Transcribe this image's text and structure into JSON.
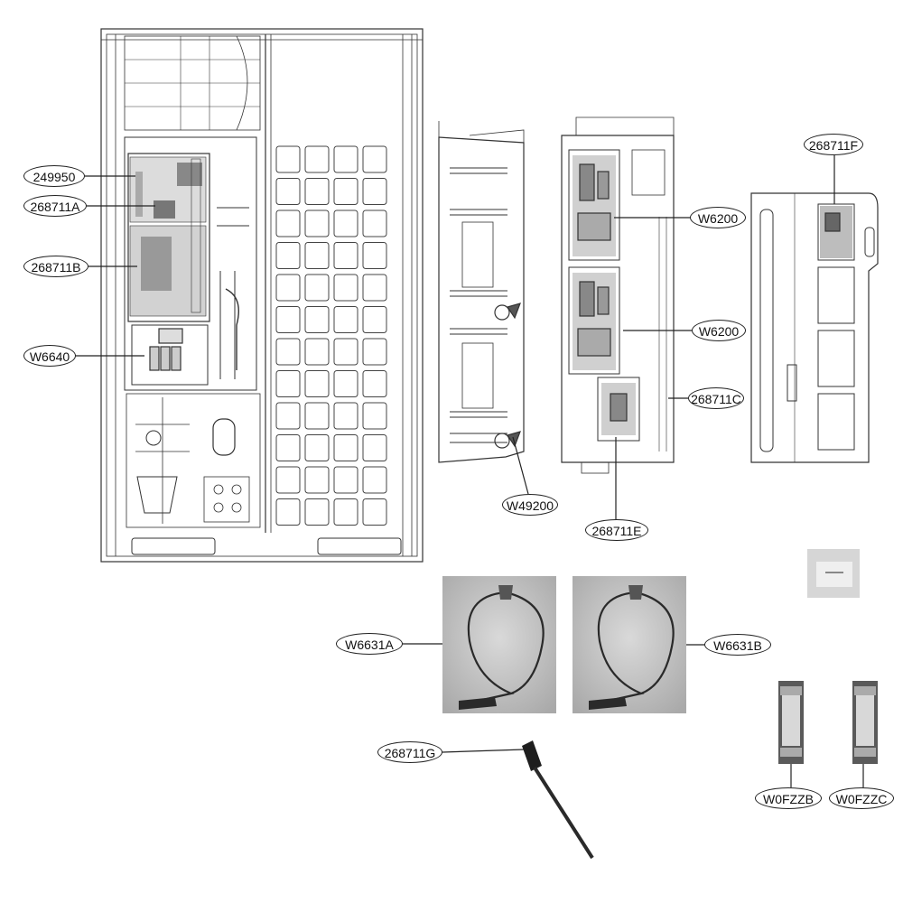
{
  "diagram": {
    "callouts": [
      {
        "id": "c-249950",
        "label": "249950"
      },
      {
        "id": "c-268711A",
        "label": "268711A"
      },
      {
        "id": "c-268711B",
        "label": "268711B"
      },
      {
        "id": "c-W6640",
        "label": "W6640"
      },
      {
        "id": "c-W6200-top",
        "label": "W6200"
      },
      {
        "id": "c-W6200-bottom",
        "label": "W6200"
      },
      {
        "id": "c-268711C",
        "label": "268711C"
      },
      {
        "id": "c-268711F",
        "label": "268711F"
      },
      {
        "id": "c-W49200",
        "label": "W49200"
      },
      {
        "id": "c-268711E",
        "label": "268711E"
      },
      {
        "id": "c-W6631A",
        "label": "W6631A"
      },
      {
        "id": "c-W6631B",
        "label": "W6631B"
      },
      {
        "id": "c-268711G",
        "label": "268711G"
      },
      {
        "id": "c-W0FZZB",
        "label": "W0FZZB"
      },
      {
        "id": "c-W0FZZC",
        "label": "W0FZZC"
      }
    ],
    "colors": {
      "line": "#222222",
      "photo_bg": "#b8b8b8",
      "cable": "#2a2a2a",
      "fuse_body": "#4a4a4a"
    }
  }
}
